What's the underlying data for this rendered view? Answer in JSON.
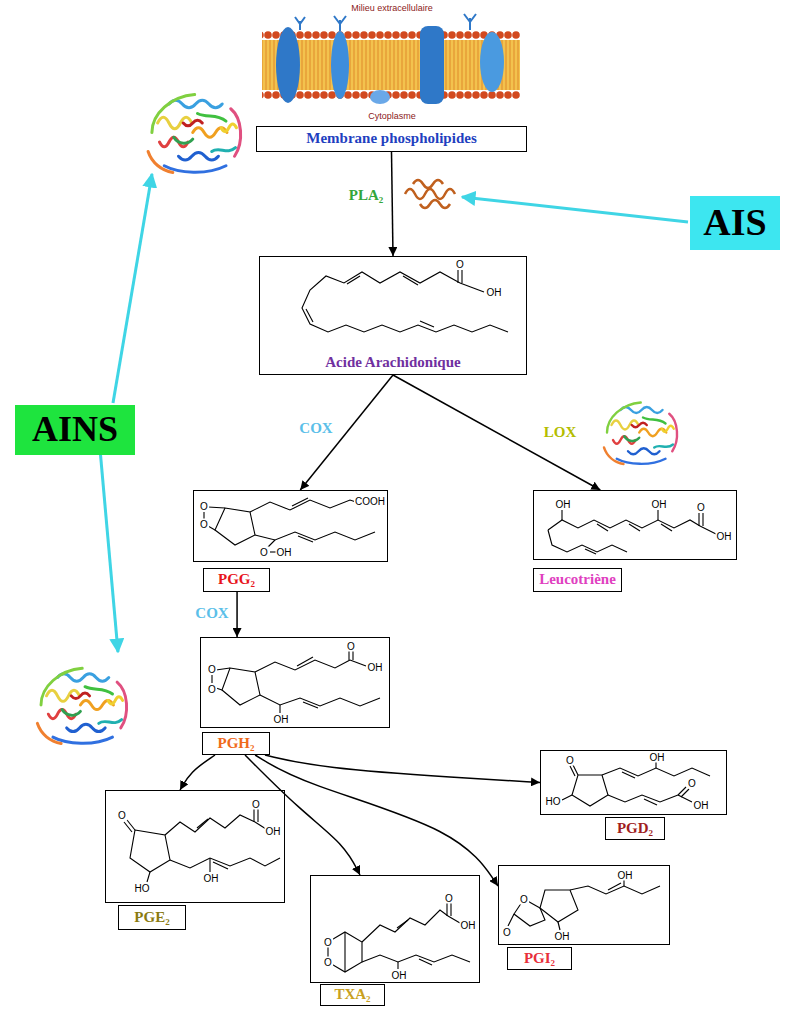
{
  "diagram": {
    "nodes": [
      {
        "text": [
          "Membrane phospholipides"
        ]
      },
      {
        "text": [
          "AIS"
        ]
      },
      {
        "text": [
          "Acide Arachidonique"
        ]
      },
      {
        "text": [
          "AINS"
        ]
      },
      {
        "text": [
          "PGG₂"
        ]
      },
      {
        "text": [
          "Leucotriène"
        ]
      },
      {
        "text": [
          "PGH₂"
        ]
      },
      {
        "text": [
          "PGD₂"
        ]
      },
      {
        "text": [
          "PGE₂"
        ]
      },
      {
        "text": [
          "PGI₂"
        ]
      },
      {
        "text": [
          "TXA₂"
        ]
      }
    ],
    "edges": [
      {
        "from": 0,
        "to": 2,
        "arrow": "to",
        "label": "PLA₂"
      },
      {
        "from": 2,
        "to": 4,
        "arrow": "to",
        "label": "COX"
      },
      {
        "from": 2,
        "to": 5,
        "arrow": "to",
        "label": "LOX"
      },
      {
        "from": 4,
        "to": 6,
        "arrow": "to",
        "label": "COX"
      },
      {
        "from": 6,
        "to": 8,
        "arrow": "to"
      },
      {
        "from": 6,
        "to": 10,
        "arrow": "to"
      },
      {
        "from": 6,
        "to": 9,
        "arrow": "to"
      },
      {
        "from": 6,
        "to": 7,
        "arrow": "to"
      }
    ],
    "labels": [
      "Milieu extracellulaire",
      "Cytoplasme",
      "O",
      "OH",
      "O",
      "O",
      "COOH",
      "O",
      "OH",
      "O",
      "O",
      "O",
      "OH",
      "OH",
      "OH",
      "OH",
      "O",
      "OH",
      "O",
      "HO",
      "O",
      "OH",
      "OH",
      "O",
      "O",
      "OH",
      "HO",
      "OH",
      "O",
      "O",
      "OH",
      "OH",
      "O",
      "O",
      "O",
      "OH",
      "OH"
    ]
  }
}
